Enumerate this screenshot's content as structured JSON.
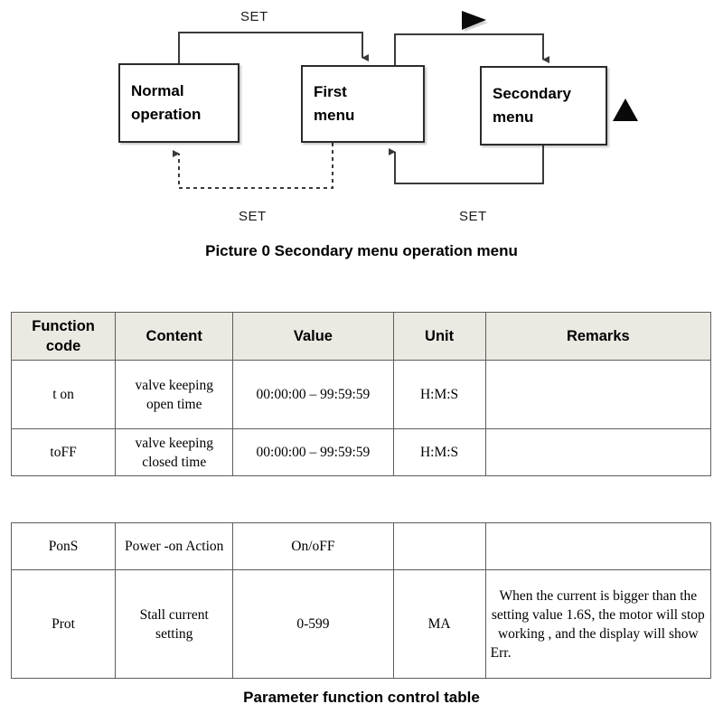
{
  "diagram": {
    "nodes": [
      {
        "id": "normal-operation",
        "lines": [
          "Normal",
          "operation"
        ]
      },
      {
        "id": "first-menu",
        "lines": [
          "First",
          "menu"
        ]
      },
      {
        "id": "secondary-menu",
        "lines": [
          "Secondary",
          "menu"
        ]
      }
    ],
    "edge_labels": {
      "top_set": "SET",
      "bottom_left_set": "SET",
      "bottom_right_set": "SET"
    },
    "icons": {
      "play_triangle": "play-triangle-icon",
      "up_triangle": "up-triangle-icon"
    },
    "caption": "Picture 0 Secondary menu operation menu"
  },
  "table": {
    "caption": "Parameter function control table",
    "headers": [
      "Function code",
      "Content",
      "Value",
      "Unit",
      "Remarks"
    ],
    "section_one": [
      {
        "code": "t on",
        "content": "valve keeping open time",
        "value": "00:00:00 – 99:59:59",
        "unit": "H:M:S",
        "remarks": ""
      },
      {
        "code": "toFF",
        "content": "valve keeping closed time",
        "value": "00:00:00 – 99:59:59",
        "unit": "H:M:S",
        "remarks": ""
      }
    ],
    "section_two": [
      {
        "code": "PonS",
        "content": "Power -on Action",
        "value": "On/oFF",
        "unit": "",
        "remarks": ""
      },
      {
        "code": "Prot",
        "content": "Stall current setting",
        "value": "0-599",
        "unit": "MA",
        "remarks": "When the current is bigger than the setting value 1.6S, the motor will stop working , and the display will show Err."
      }
    ]
  },
  "colors": {
    "header_bg": "#EBE9E1",
    "border": "#5d5d5d",
    "box_border": "#2b2b2b",
    "text": "#000000"
  }
}
